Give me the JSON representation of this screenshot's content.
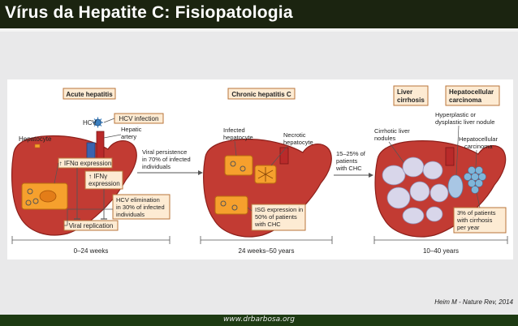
{
  "title": "Vírus da Hepatite C: Fisiopatologia",
  "footer": "www.drbarbosa.org",
  "citation": "Heim M - Nature Rev, 2014",
  "colors": {
    "liver": "#c23b33",
    "liver_dark": "#8c1f1a",
    "box_fill": "#fdebd3",
    "box_stroke": "#b9763b",
    "hepatocyte": "#f6a02d",
    "nodule": "#d8d6ea",
    "carcinoma": "#7fb5d9",
    "title_bar": "#1b2410",
    "footer_bar": "#1d3a12"
  },
  "stage1": {
    "heading": "Acute hepatitis",
    "hcv_label": "HCV",
    "hcv_infection": "HCV infection",
    "hepatic_artery_1": "Hepatic",
    "hepatic_artery_2": "artery",
    "hepatocyte": "Hepatocyte",
    "ifna": "↑ IFNα expression",
    "ifng_1": "↑ IFNγ",
    "ifng_2": "expression",
    "elimination_1": "HCV elimination",
    "elimination_2": "in 30% of infected",
    "elimination_3": "individuals",
    "viral_replication": "Viral replication",
    "timeline": "0–24 weeks"
  },
  "transition1": {
    "line1": "Viral persistence",
    "line2": "in 70% of infected",
    "line3": "individuals"
  },
  "stage2": {
    "heading": "Chronic hepatitis C",
    "infected_1": "Infected",
    "infected_2": "hepatocyte",
    "necrotic_1": "Necrotic",
    "necrotic_2": "hepatocyte",
    "isg_1": "ISG expression in",
    "isg_2": "50% of patients",
    "isg_3": "with CHC",
    "timeline": "24 weeks–50 years"
  },
  "transition2": {
    "line1": "15–25% of",
    "line2": "patients",
    "line3": "with CHC"
  },
  "stage3": {
    "heading_cirrhosis_1": "Liver",
    "heading_cirrhosis_2": "cirrhosis",
    "heading_hcc_1": "Hepatocellular",
    "heading_hcc_2": "carcinoma",
    "cirrhotic_1": "Cirrhotic liver",
    "cirrhotic_2": "nodules",
    "hyperplastic_1": "Hyperplastic or",
    "hyperplastic_2": "dysplastic liver nodule",
    "hcc_label_1": "Hepatocellular",
    "hcc_label_2": "carcinoma",
    "rate_1": "3% of patients",
    "rate_2": "with cirrhosis",
    "rate_3": "per year",
    "timeline": "10–40 years"
  }
}
